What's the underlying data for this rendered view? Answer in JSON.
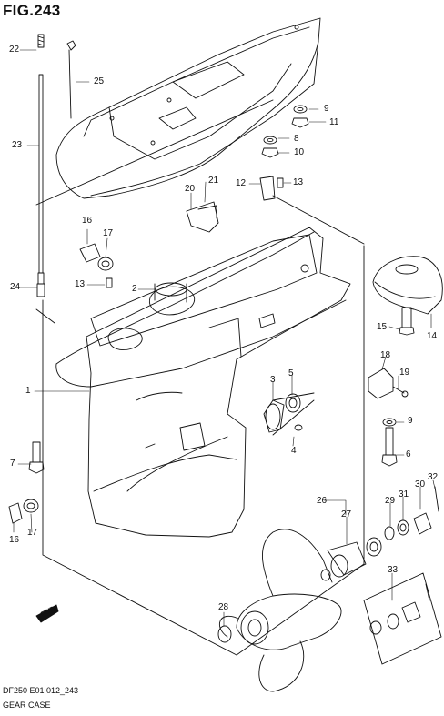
{
  "figure": {
    "title": "FIG.243",
    "code": "DF250 E01 012_243",
    "name": "GEAR CASE",
    "fwd": "FWD"
  },
  "callouts": [
    {
      "id": "c22a",
      "text": "22"
    },
    {
      "id": "c25",
      "text": "25"
    },
    {
      "id": "c23",
      "text": "23"
    },
    {
      "id": "c9a",
      "text": "9"
    },
    {
      "id": "c11",
      "text": "11"
    },
    {
      "id": "c8",
      "text": "8"
    },
    {
      "id": "c10",
      "text": "10"
    },
    {
      "id": "c21",
      "text": "21"
    },
    {
      "id": "c20",
      "text": "20"
    },
    {
      "id": "c12",
      "text": "12"
    },
    {
      "id": "c13a",
      "text": "13"
    },
    {
      "id": "c16a",
      "text": "16"
    },
    {
      "id": "c17a",
      "text": "17"
    },
    {
      "id": "c13b",
      "text": "13"
    },
    {
      "id": "c2",
      "text": "2"
    },
    {
      "id": "c24",
      "text": "24"
    },
    {
      "id": "c15",
      "text": "15"
    },
    {
      "id": "c14",
      "text": "14"
    },
    {
      "id": "c18",
      "text": "18"
    },
    {
      "id": "c19",
      "text": "19"
    },
    {
      "id": "c1",
      "text": "1"
    },
    {
      "id": "c3",
      "text": "3"
    },
    {
      "id": "c5",
      "text": "5"
    },
    {
      "id": "c4",
      "text": "4"
    },
    {
      "id": "c9b",
      "text": "9"
    },
    {
      "id": "c7",
      "text": "7"
    },
    {
      "id": "c6",
      "text": "6"
    },
    {
      "id": "c32",
      "text": "32"
    },
    {
      "id": "c26",
      "text": "26"
    },
    {
      "id": "c30",
      "text": "30"
    },
    {
      "id": "c31",
      "text": "31"
    },
    {
      "id": "c29",
      "text": "29"
    },
    {
      "id": "c27",
      "text": "27"
    },
    {
      "id": "c16b",
      "text": "16"
    },
    {
      "id": "c17b",
      "text": "17"
    },
    {
      "id": "c33",
      "text": "33"
    },
    {
      "id": "c28",
      "text": "28"
    }
  ]
}
